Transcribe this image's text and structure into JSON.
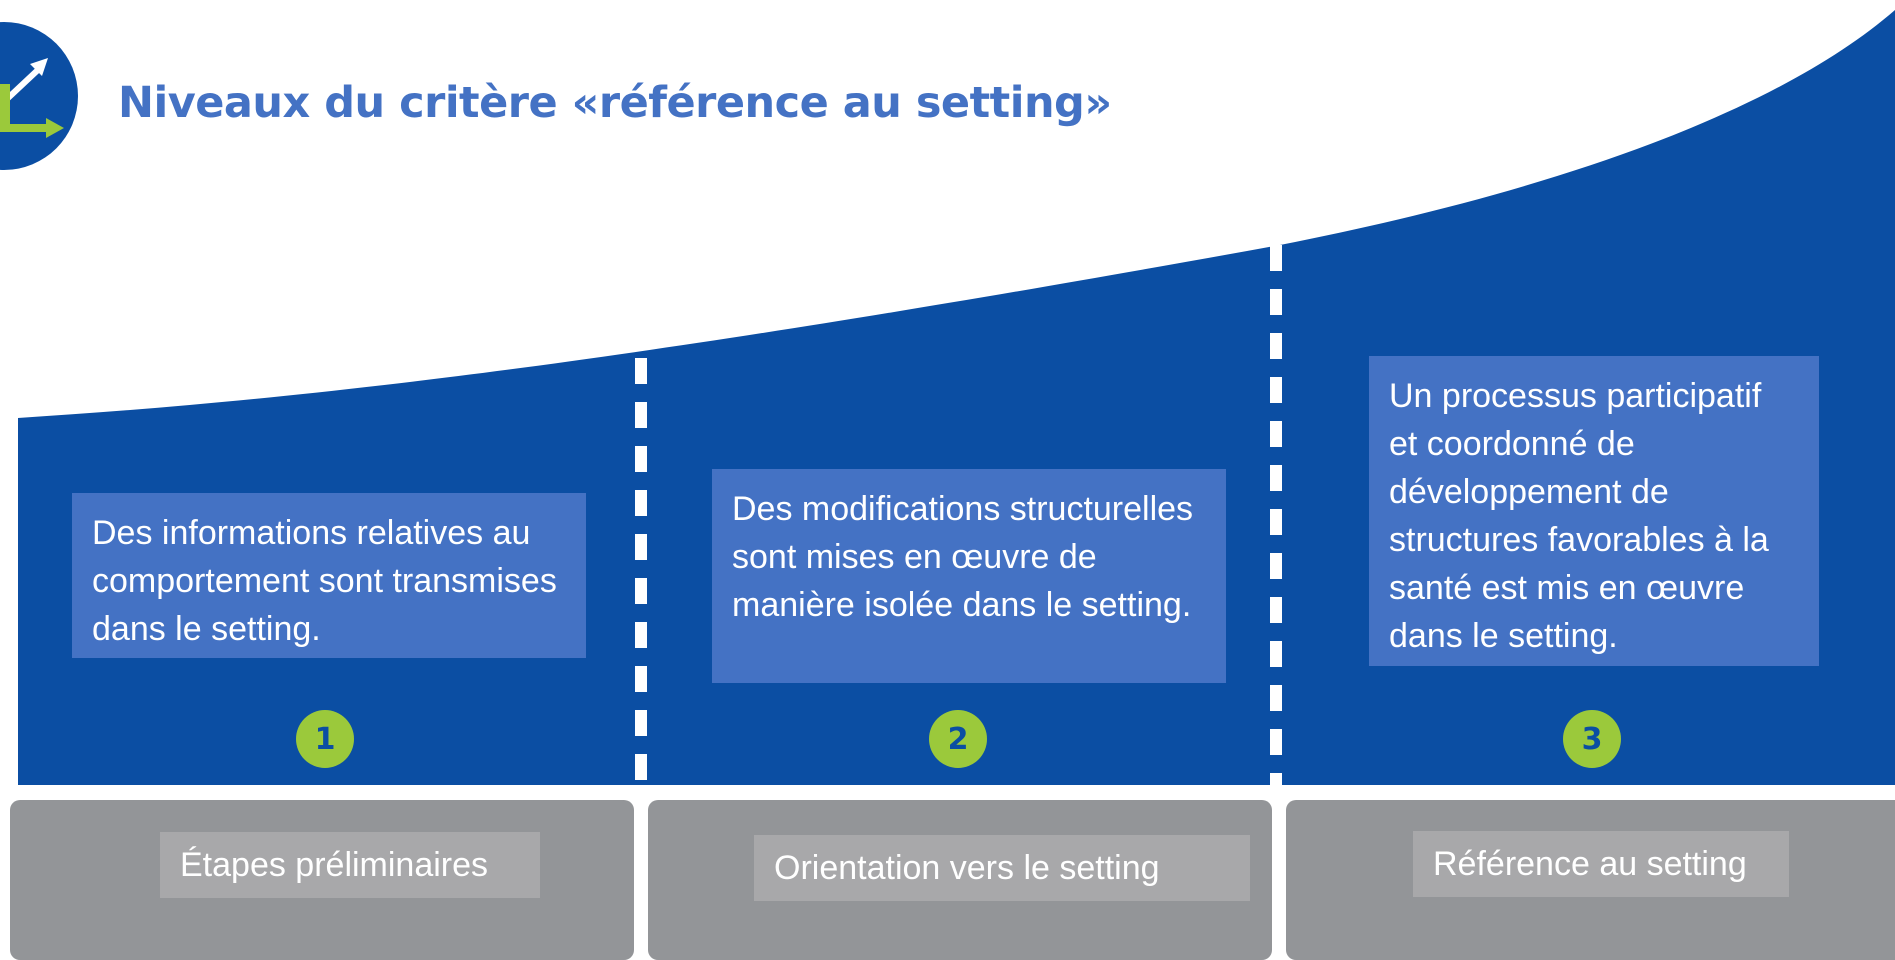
{
  "header": {
    "title": "Niveaux du critère «référence au setting»",
    "logo_icon": "chart-axes-arrow-icon"
  },
  "colors": {
    "primary_blue": "#0b4ea3",
    "text_box_blue": "#4472c4",
    "accent_green": "#9bc93b",
    "grey_box": "#939598",
    "grey_label": "#a8a8aa"
  },
  "levels": [
    {
      "number": "1",
      "description": "Des informations relatives au comportement sont transmises dans le setting.",
      "label": "Étapes préliminaires"
    },
    {
      "number": "2",
      "description": "Des modifications structurelles sont mises en œuvre de manière isolée dans le setting.",
      "label": "Orientation vers le setting"
    },
    {
      "number": "3",
      "description": "Un processus participatif et coordonné de développement de structures favorables à la santé est mis en œuvre dans le setting.",
      "label": "Référence au setting"
    }
  ]
}
